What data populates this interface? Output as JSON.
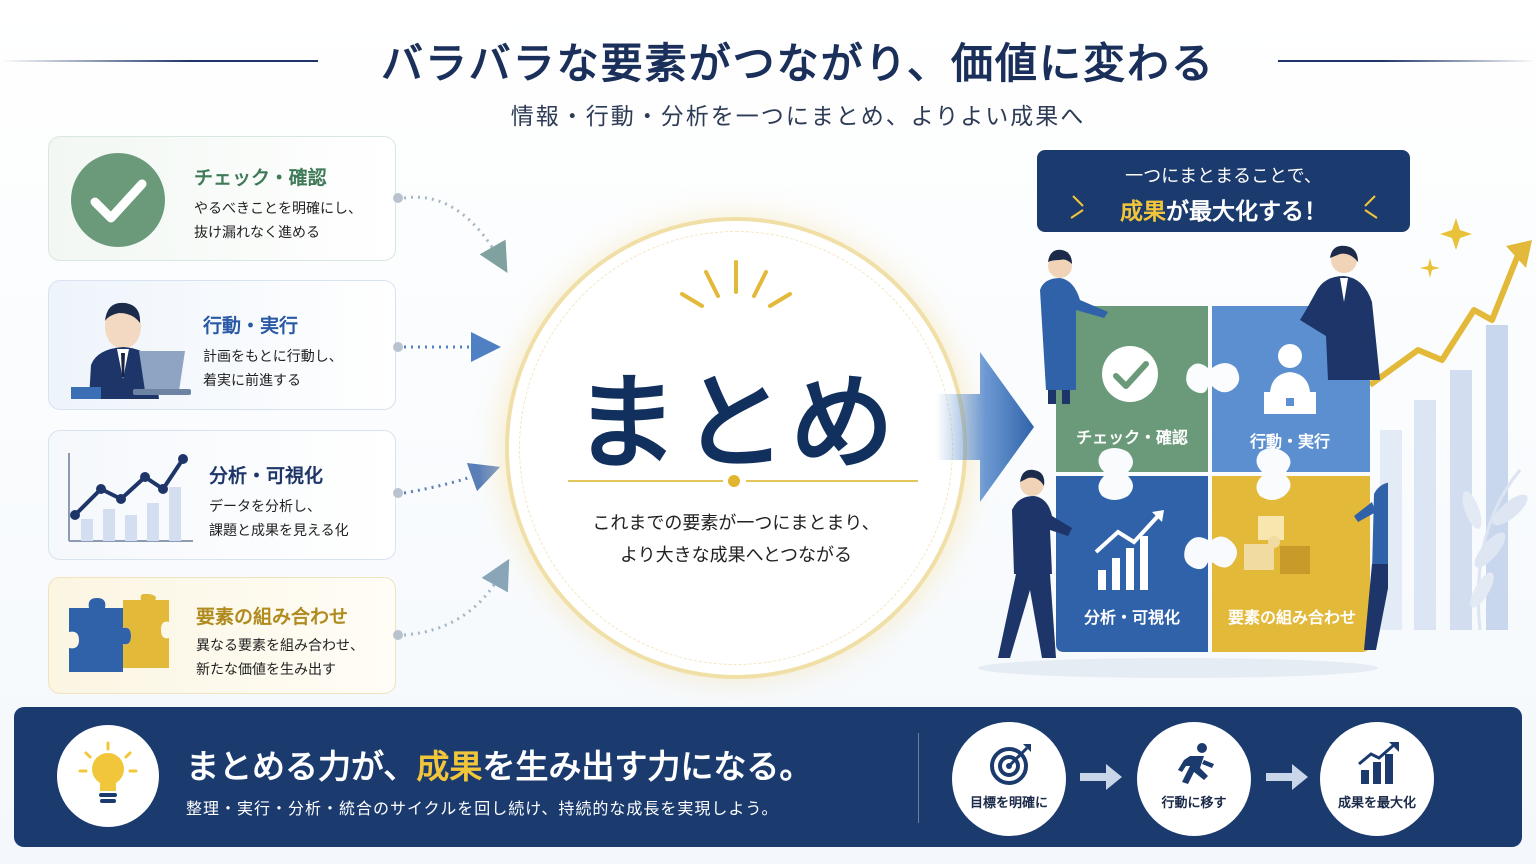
{
  "header": {
    "title": "バラバラな要素がつながり、価値に変わる",
    "subtitle": "情報・行動・分析を一つにまとめ、よりよい成果へ"
  },
  "cards": [
    {
      "title": "チェック・確認",
      "desc": [
        "やるべきことを明確にし、",
        "抜け漏れなく進める"
      ],
      "icon": "check-icon"
    },
    {
      "title": "行動・実行",
      "desc": [
        "計画をもとに行動し、",
        "着実に前進する"
      ],
      "icon": "businessperson-laptop-icon"
    },
    {
      "title": "分析・可視化",
      "desc": [
        "データを分析し、",
        "課題と成果を見える化"
      ],
      "icon": "line-chart-icon"
    },
    {
      "title": "要素の組み合わせ",
      "desc": [
        "異なる要素を組み合わせ、",
        "新たな価値を生み出す"
      ],
      "icon": "puzzle-icon"
    }
  ],
  "center": {
    "word": "まとめ",
    "desc": [
      "これまでの要素が一つにまとまり、",
      "より大きな成果へとつながる"
    ]
  },
  "callout": {
    "line1": "一つにまとまることで、",
    "line2_highlight": "成果",
    "line2_rest": "が最大化する！"
  },
  "puzzle": {
    "pieces": [
      "チェック・確認",
      "行動・実行",
      "分析・可視化",
      "要素の組み合わせ"
    ]
  },
  "banner": {
    "title_pre": "まとめる力が、",
    "title_highlight": "成果",
    "title_post": "を生み出す力になる。",
    "subtitle": "整理・実行・分析・統合のサイクルを回し続け、持続的な成長を実現しよう。",
    "steps": [
      {
        "label": "目標を明確に",
        "icon": "target-icon"
      },
      {
        "label": "行動に移す",
        "icon": "running-person-icon"
      },
      {
        "label": "成果を最大化",
        "icon": "growth-chart-icon"
      }
    ]
  },
  "colors": {
    "navy": "#1b3a6e",
    "green": "#6b9a7a",
    "blue": "#5b8fd0",
    "dark_blue": "#2f62a8",
    "gold": "#e3b93a"
  }
}
